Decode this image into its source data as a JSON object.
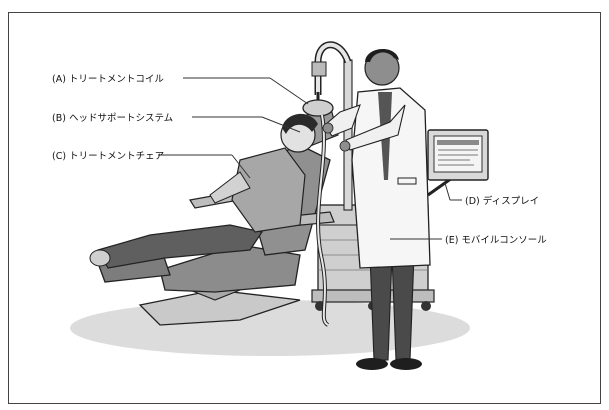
{
  "labels": {
    "a": "(A) トリートメントコイル",
    "b": "(B) ヘッドサポートシステム",
    "c": "(C) トリートメントチェア",
    "d": "(D) ディスプレイ",
    "e": "(E) モバイルコンソール"
  }
}
